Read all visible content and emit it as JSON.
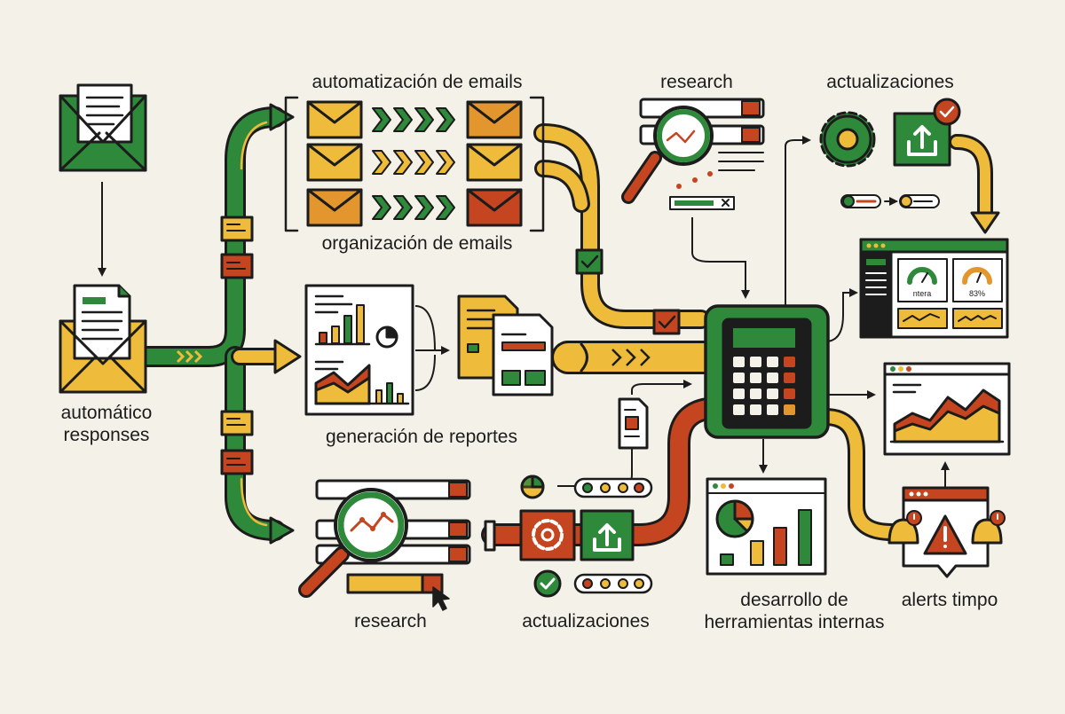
{
  "labels": {
    "automatico": "automático\nresponses",
    "automatizacion": "automatización de emails",
    "organizacion": "organización de emails",
    "research_top": "research",
    "actualizaciones_top": "actualizaciones",
    "generacion": "generación de reportes",
    "research_bottom": "research",
    "actualizaciones_bottom": "actualizaciones",
    "desarrollo": "desarrollo de\nherramientas internas",
    "alerts": "alerts timpo"
  },
  "dashboard_gauges": [
    "ntera",
    "83%"
  ],
  "colors": {
    "green": "#2e8a3a",
    "yellow": "#eebc3a",
    "red": "#c4451f",
    "orange": "#e3962e",
    "dark": "#1c1c1c",
    "background": "#f4f1e8"
  }
}
